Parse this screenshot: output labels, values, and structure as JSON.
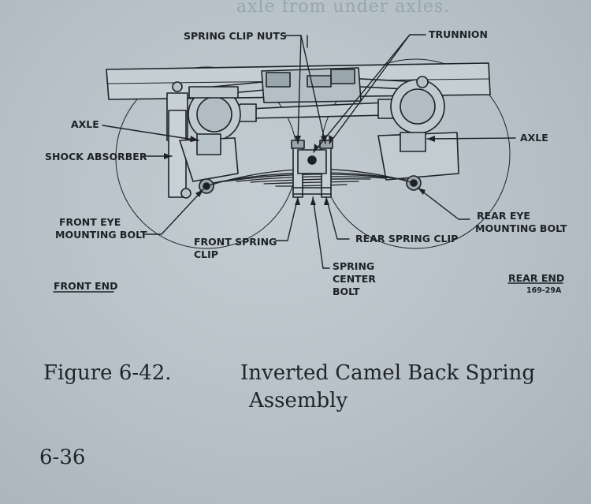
{
  "bleed_text": "axle from under axles.",
  "labels": {
    "spring_clip_nuts": "SPRING CLIP NUTS",
    "trunnion": "TRUNNION",
    "axle_front": "AXLE",
    "shock_absorber": "SHOCK ABSORBER",
    "axle_rear": "AXLE",
    "front_eye_mounting_bolt_1": "FRONT EYE",
    "front_eye_mounting_bolt_2": "MOUNTING BOLT",
    "rear_eye_mounting_bolt_1": "REAR EYE",
    "rear_eye_mounting_bolt_2": "MOUNTING BOLT",
    "front_spring_clip_1": "FRONT SPRING",
    "front_spring_clip_2": "CLIP",
    "rear_spring_clip": "REAR SPRING CLIP",
    "spring_center_bolt_1": "SPRING",
    "spring_center_bolt_2": "CENTER",
    "spring_center_bolt_3": "BOLT",
    "front_end": "FRONT END",
    "rear_end": "REAR END",
    "figure_code": "169-29A"
  },
  "caption": {
    "number": "Figure 6-42.",
    "title_line1": "Inverted Camel Back Spring",
    "title_line2": "Assembly"
  },
  "page_number": "6-36"
}
